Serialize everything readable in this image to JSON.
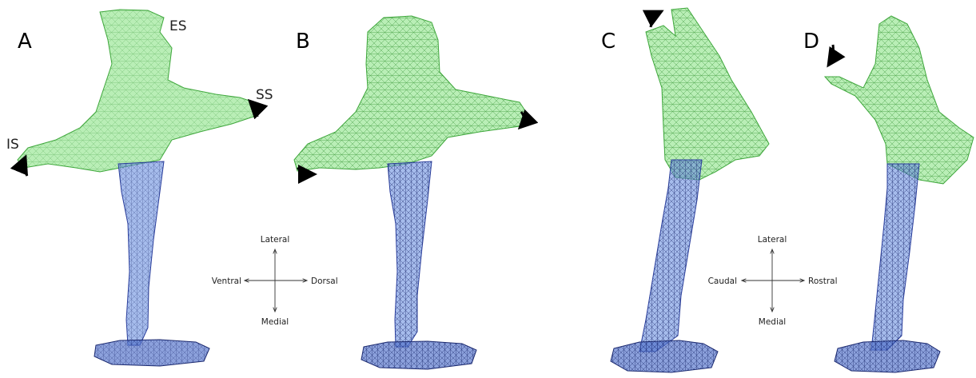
{
  "panels": [
    {
      "label": "A"
    },
    {
      "label": "B"
    },
    {
      "label": "C"
    },
    {
      "label": "D"
    }
  ],
  "structures": {
    "es": "ES",
    "ss": "SS",
    "is": "IS"
  },
  "compass_left": {
    "up": "Lateral",
    "down": "Medial",
    "left": "Ventral",
    "right": "Dorsal"
  },
  "compass_right": {
    "up": "Lateral",
    "down": "Medial",
    "left": "Caudal",
    "right": "Rostral"
  },
  "colors": {
    "mesh_green": "#7fe07a",
    "mesh_blue": "#6b8fe0",
    "mesh_dark": "#1c2a70"
  }
}
